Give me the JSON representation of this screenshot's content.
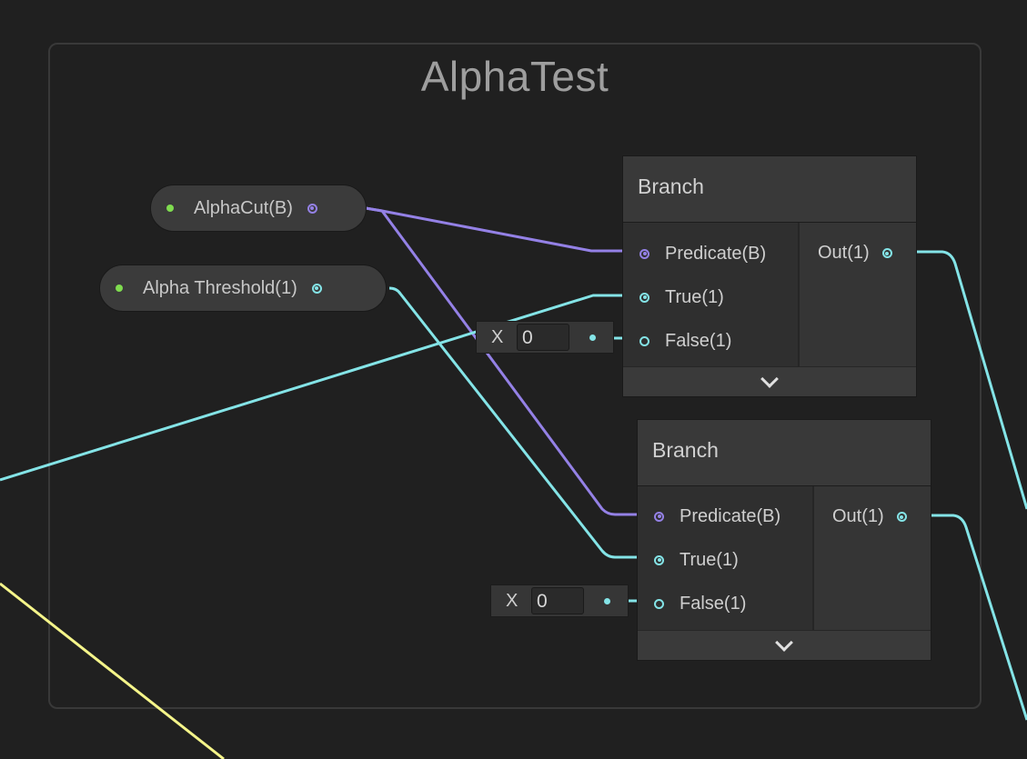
{
  "group": {
    "title": "AlphaTest"
  },
  "properties": [
    {
      "label": "AlphaCut(B)",
      "type": "boolean"
    },
    {
      "label": "Alpha Threshold(1)",
      "type": "float"
    }
  ],
  "nodes": [
    {
      "title": "Branch",
      "inputs": [
        {
          "label": "Predicate(B)",
          "type": "boolean",
          "connected": true
        },
        {
          "label": "True(1)",
          "type": "float",
          "connected": true
        },
        {
          "label": "False(1)",
          "type": "float",
          "connected": false
        }
      ],
      "output": {
        "label": "Out(1)"
      },
      "default_input": {
        "axis": "X",
        "value": "0"
      }
    },
    {
      "title": "Branch",
      "inputs": [
        {
          "label": "Predicate(B)",
          "type": "boolean",
          "connected": true
        },
        {
          "label": "True(1)",
          "type": "float",
          "connected": true
        },
        {
          "label": "False(1)",
          "type": "float",
          "connected": false
        }
      ],
      "output": {
        "label": "Out(1)"
      },
      "default_input": {
        "axis": "X",
        "value": "0"
      }
    }
  ],
  "colors": {
    "background": "#202020",
    "float_wire": "#84e4e7",
    "boolean_wire": "#9481e6",
    "vector_wire": "#f5f58a",
    "property_dot": "#7fdc4f"
  }
}
